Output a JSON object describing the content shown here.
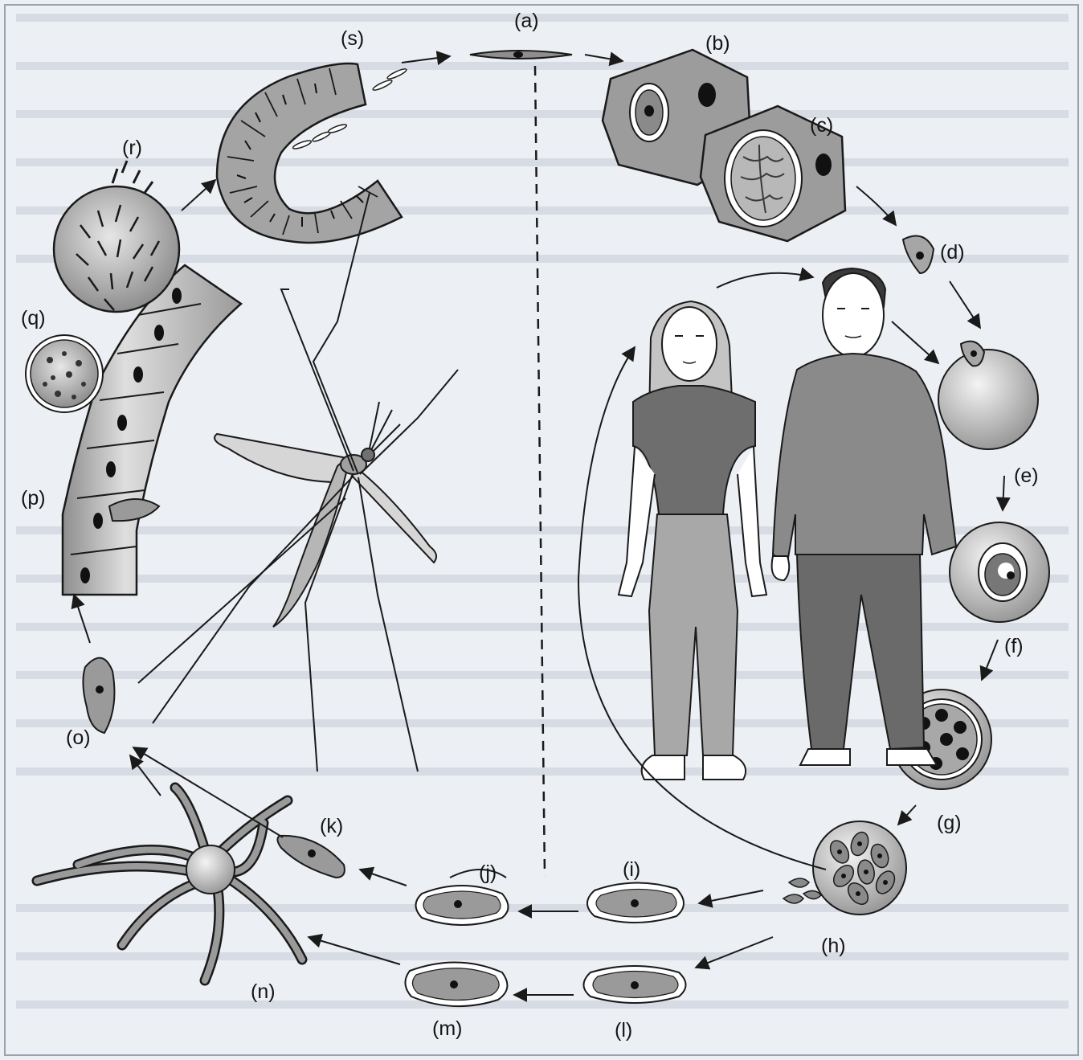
{
  "labels": {
    "a": "(a)",
    "b": "(b)",
    "c": "(c)",
    "d": "(d)",
    "e": "(e)",
    "f": "(f)",
    "g": "(g)",
    "h": "(h)",
    "i": "(i)",
    "j": "(j)",
    "k": "(k)",
    "l": "(l)",
    "m": "(m)",
    "n": "(n)",
    "o": "(o)",
    "p": "(p)",
    "q": "(q)",
    "r": "(r)",
    "s": "(s)"
  },
  "colors": {
    "page": "#ffffff",
    "background_print": "#dce2ea",
    "cell_fill": "#b4b4b4",
    "cell_dark": "#8c8c8c",
    "nucleus": "#111111",
    "line": "#1a1a1a",
    "shirt_man": "#8a8a8a",
    "shirt_woman": "#6e6e6e",
    "jeans_man": "#6a6a6a",
    "jeans_woman": "#a8a8a8"
  }
}
